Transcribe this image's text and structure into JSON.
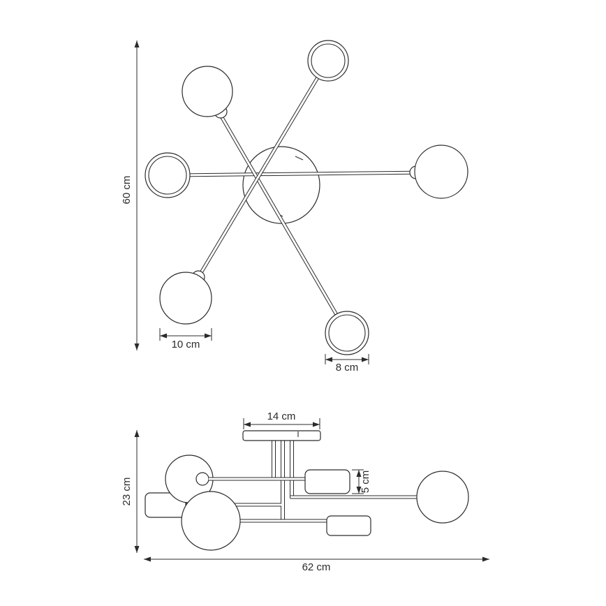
{
  "colors": {
    "line": "#2b2b2b",
    "bg": "#ffffff"
  },
  "top_view": {
    "height_label": "60 cm",
    "large_globe_diameter_label": "10 cm",
    "small_globe_diameter_label": "8 cm"
  },
  "side_view": {
    "canopy_width_label": "14 cm",
    "shade_height_label": "5 cm",
    "fixture_height_label": "23 cm",
    "fixture_width_label": "62 cm"
  }
}
